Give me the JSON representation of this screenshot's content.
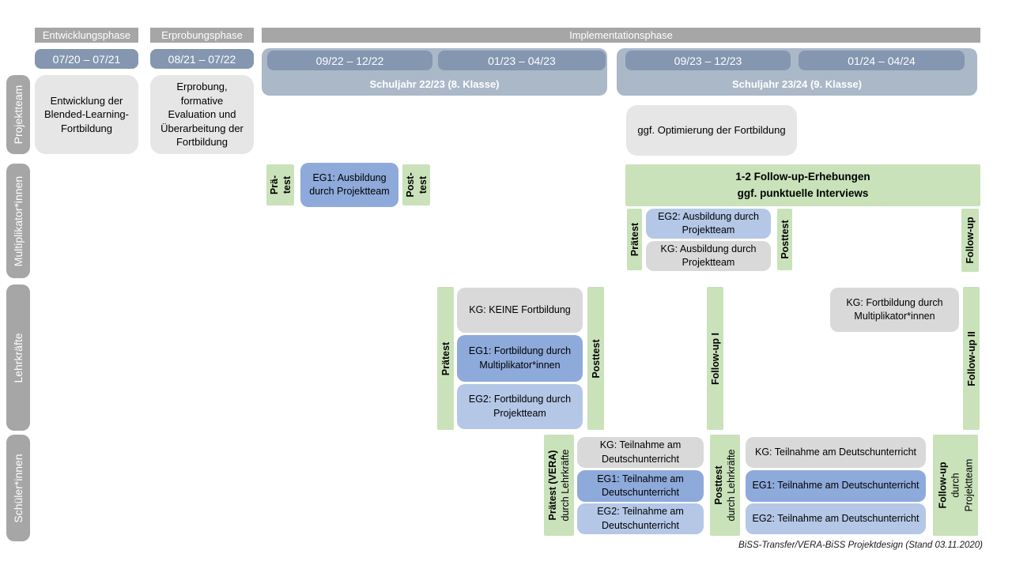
{
  "caption": "BiSS-Transfer/VERA-BiSS Projektdesign (Stand 03.11.2020)",
  "colors": {
    "phase_header_gray": "#a6a6a6",
    "date_bar_blue": "#8496b0",
    "schuljahr_bar_blue": "#aab8c8",
    "row_label_gray": "#a6a6a6",
    "info_box_gray": "#e7e6e6",
    "test_green": "#c9e2ba",
    "eg1_blue": "#8eaadb",
    "eg2_blue": "#b4c7e7",
    "kg_gray": "#d9d9d9"
  },
  "phases": {
    "entwicklung": {
      "header": "Entwicklungsphase",
      "date": "07/20 – 07/21"
    },
    "erprobung": {
      "header": "Erprobungsphase",
      "date": "08/21 – 07/22"
    },
    "implementation": {
      "header": "Implementationsphase",
      "schuljahr1": {
        "dates": [
          "09/22 – 12/22",
          "01/23 – 04/23"
        ],
        "label": "Schuljahr 22/23 (8. Klasse)"
      },
      "schuljahr2": {
        "dates": [
          "09/23 – 12/23",
          "01/24 – 04/24"
        ],
        "label": "Schuljahr 23/24 (9. Klasse)"
      }
    }
  },
  "rows": {
    "projektteam": {
      "label": "Projektteam",
      "box1": "Entwicklung der Blended-Learning-Fortbildung",
      "box2": "Erprobung, formative Evaluation und Überarbeitung der Fortbildung",
      "box3": "ggf. Optimierung der Fortbildung"
    },
    "multiplikatoren": {
      "label": "Multiplikator*innen",
      "praetest1": {
        "line1": "Prä-",
        "line2": "test"
      },
      "eg1": "EG1: Ausbildung durch Projektteam",
      "posttest1": {
        "line1": "Post-",
        "line2": "test"
      },
      "followup_box": {
        "line1": "1-2 Follow-up-Erhebungen",
        "line2": "ggf. punktuelle Interviews"
      },
      "praetest2": "Prätest",
      "eg2": "EG2: Ausbildung durch Projektteam",
      "kg": "KG: Ausbildung durch Projektteam",
      "posttest2": "Posttest",
      "followup": "Follow-up"
    },
    "lehrkraefte": {
      "label": "Lehrkräfte",
      "praetest": "Prätest",
      "kg1": "KG: KEINE Fortbildung",
      "eg1": "EG1: Fortbildung durch Multiplikator*innen",
      "eg2": "EG2: Fortbildung durch Projektteam",
      "posttest": "Posttest",
      "followup1": "Follow-up I",
      "kg2": "KG: Fortbildung durch Multiplikator*innen",
      "followup2": "Follow-up II"
    },
    "schueler": {
      "label": "Schüler*innen",
      "praetest": {
        "main": "Prätest (VERA)",
        "sub": "durch Lehrkräfte"
      },
      "kg1": "KG: Teilnahme am Deutschunterricht",
      "eg1a": "EG1: Teilnahme am Deutschunterricht",
      "eg2a": "EG2: Teilnahme am Deutschunterricht",
      "posttest": {
        "main": "Posttest",
        "sub": "durch Lehrkräfte"
      },
      "kg2": "KG: Teilnahme am Deutschunterricht",
      "eg1b": "EG1: Teilnahme am Deutschunterricht",
      "eg2b": "EG2: Teilnahme am Deutschunterricht",
      "followup": {
        "main": "Follow-up",
        "sub1": "durch",
        "sub2": "Projektteam"
      }
    }
  }
}
